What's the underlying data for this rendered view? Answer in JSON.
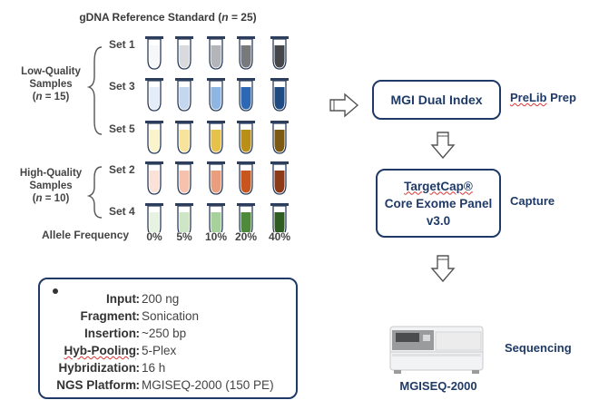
{
  "title": "gDNA Reference Standard (n = 25)",
  "title_parts": {
    "pre": "gDNA Reference Standard (",
    "n": "n",
    "post": " = 25)"
  },
  "groups": {
    "low": {
      "l1": "Low-Quality",
      "l2": "Samples",
      "n_open": "(",
      "n": "n",
      "n_rest": " = 15)"
    },
    "high": {
      "l1": "High-Quality",
      "l2": "Samples",
      "n_open": "(",
      "n": "n",
      "n_rest": " = 10)"
    }
  },
  "sets": [
    {
      "label": "Set 1",
      "colors": [
        "#f6f7f9",
        "#d9dadd",
        "#b3b5b8",
        "#77797c",
        "#45474a"
      ]
    },
    {
      "label": "Set 3",
      "colors": [
        "#e3ecf8",
        "#c4d7ef",
        "#8fb6e3",
        "#2e68b4",
        "#1f4a82"
      ]
    },
    {
      "label": "Set 5",
      "colors": [
        "#fbf3c9",
        "#f7e49a",
        "#e6c24b",
        "#b98f17",
        "#7d5a12"
      ]
    },
    {
      "label": "Set 2",
      "colors": [
        "#fbe2d8",
        "#f6c2ae",
        "#eb9e7d",
        "#c8541e",
        "#8d3a18"
      ]
    },
    {
      "label": "Set 4",
      "colors": [
        "#e7f2e2",
        "#cfe6c6",
        "#a7d19a",
        "#4f8a3a",
        "#2f5c22"
      ]
    }
  ],
  "allele_frequency_label": "Allele Frequency",
  "frequencies": [
    "0%",
    "5%",
    "10%",
    "20%",
    "40%"
  ],
  "workflow": {
    "step1_box": "MGI Dual Index",
    "step1_label": "PreLib Prep",
    "step1_label_parts": {
      "a": "PreLib",
      "b": " Prep"
    },
    "step2_box_l1": "TargetCap®",
    "step2_box_l2": "Core Exome Panel",
    "step2_box_l3": "v3.0",
    "step2_label": "Capture",
    "step3_label": "Sequencing",
    "sequencer_name": "MGISEQ-2000"
  },
  "params": [
    {
      "key": "Input",
      "value": "200 ng"
    },
    {
      "key": "Fragment",
      "value": "Sonication"
    },
    {
      "key": "Insertion",
      "value": "~250 bp"
    },
    {
      "key": "Hyb-Pooling",
      "value": " 5-Plex"
    },
    {
      "key": "Hybridization",
      "value": "16 h"
    },
    {
      "key": "NGS Platform",
      "value": "MGISEQ-2000 (150 PE)"
    }
  ],
  "colors": {
    "accent": "#1f3a66",
    "tube_outline": "#2d3e5c"
  }
}
